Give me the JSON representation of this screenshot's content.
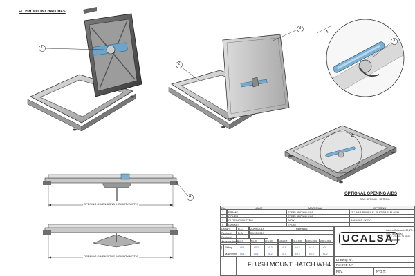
{
  "header": {
    "title": "FLUSH MOUNT HATCHES"
  },
  "callouts": [
    "1",
    "2",
    "3",
    "3",
    "4"
  ],
  "detail_label": "A",
  "detail_ref": "A",
  "options": {
    "title": "OPTIONAL OPENING AIDS",
    "subtitle": "GAS SPRING / SPRING"
  },
  "dimension_labels": {
    "top": "OPENING DIMENSIONS (HEIGHTxWIDTH)",
    "bottom": "OPENING DIMENSIONS (HEIGHTxWIDTH)"
  },
  "bom": {
    "headers": [
      "Ele.",
      "NAME",
      "MATERIAL",
      "OPTIONS"
    ],
    "rows": [
      {
        "n": "1",
        "name": "FRAME",
        "material": "STEEL/INOX/ALUM",
        "options": "\"L\" BAR PROFILE, FLAT BAR, FLUSH"
      },
      {
        "n": "2",
        "name": "COVER",
        "material": "STEEL/INOX/ALUM",
        "options": ""
      },
      {
        "n": "3",
        "name": "CLOSING SYSTEM",
        "material": "INOX",
        "options": "HANDLE / KEY"
      },
      {
        "n": "4",
        "name": "GASKET",
        "material": "EPDM",
        "options": ""
      }
    ]
  },
  "revisions": {
    "drawn_label": "Drawn",
    "drawn_by": "R.C.",
    "drawn_date": "20/05/2019",
    "revised_label": "Revised",
    "revised_by": "D.A.",
    "revised_date": "29/05/2019",
    "revised2_label": "Revised",
    "remarks_label": "Remarks:"
  },
  "measures": {
    "label": "Measure (mm)",
    "cols": [
      "0.5 to 6",
      "6 to 30",
      "30 to 120",
      "120 to 315",
      "315 to 1000",
      "1000 to 2000",
      "2000 to 4000"
    ],
    "fitting_label": "Fitting",
    "fitting": [
      "±0.1",
      "±0.2",
      "±0.3",
      "±0.5",
      "±0.8",
      "±1.2",
      "±2"
    ],
    "machining_label": "Machining",
    "machining": [
      "±0.1",
      "±0.1",
      "±0.2",
      "±0.3",
      "±0.5",
      "±0.8",
      "±1.2"
    ],
    "tolerances_label": "Toler."
  },
  "drawing_title": "FLUSH MOUNT HATCH WH4",
  "company": {
    "logo": "UCALSA",
    "address": "Camino Catamarán 25, 27 - 36215\nVIGO (ESPAÑA)\nTEL.F. +34 986 23 48 90\nwww.ucalsa.es"
  },
  "fields": {
    "drawing_no": "Drawing Nº:",
    "dw_ref": "Dw.REF. Nº:",
    "rev": "REV.",
    "no_t": "NºO.T.:"
  }
}
